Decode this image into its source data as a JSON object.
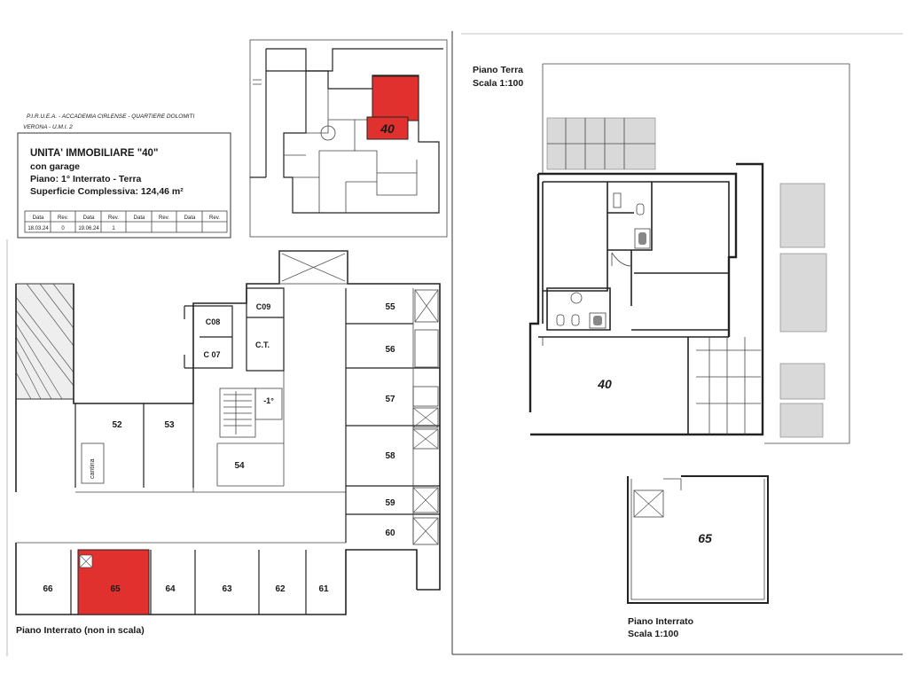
{
  "header": {
    "line1": "P.I.R.U.E.A. - ACCADEMIA CIRLENSE - QUARTIERE DOLOMITI",
    "line2": "VERONA - U.M.I. 2"
  },
  "unit_box": {
    "title": "UNITA' IMMOBILIARE   \"40\"",
    "line2": "con garage",
    "line3": "Piano: 1° Interrato - Terra",
    "line4": "Superficie Complessiva: 124,46 m²"
  },
  "revisions": {
    "headers": [
      "Data",
      "Rev.",
      "Data",
      "Rev.",
      "Data",
      "Rev.",
      "Data",
      "Rev."
    ],
    "values": [
      "18.03.24",
      "0",
      "19.06.24",
      "1",
      "",
      "",
      "",
      ""
    ]
  },
  "key_plan": {
    "unit_label": "40"
  },
  "basement": {
    "caption": "Piano Interrato (non in scala)",
    "rooms": {
      "c09": "C09",
      "c08": "C08",
      "c07": "C 07",
      "ct": "C.T.",
      "stairs": "-1°",
      "r52": "52",
      "r53": "53",
      "r54": "54",
      "cantina": "cantina",
      "r55": "55",
      "r56": "56",
      "r57": "57",
      "r58": "58",
      "r59": "59",
      "r60": "60",
      "r61": "61",
      "r62": "62",
      "r63": "63",
      "r64": "64",
      "r65": "65",
      "r66": "66"
    }
  },
  "ground_floor": {
    "title": "Piano Terra",
    "scale": "Scala  1:100",
    "unit_label": "40"
  },
  "garage_plan": {
    "label": "65",
    "title": "Piano Interrato",
    "scale": "Scala  1:100"
  },
  "colors": {
    "highlight": "#e0312e",
    "line": "#222222",
    "hatch": "#d9d9d9"
  }
}
